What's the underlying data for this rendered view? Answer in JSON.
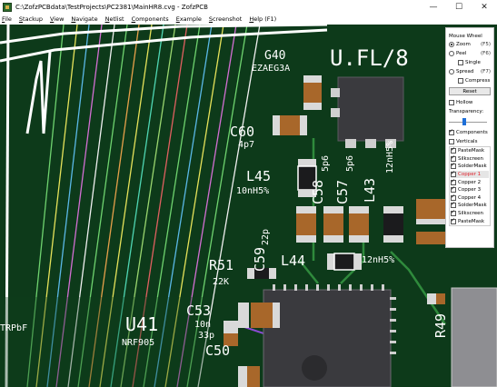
{
  "window": {
    "title": "C:\\ZofzPCBdata\\TestProjects\\PC2381\\MainHR8.cvg - ZofzPCB",
    "controls": [
      "—",
      "☐",
      "✕"
    ]
  },
  "menu": [
    {
      "label": "File",
      "ul": "F",
      "rest": "ile"
    },
    {
      "label": "Stackup",
      "ul": "S",
      "rest": "tackup"
    },
    {
      "label": "View",
      "ul": "V",
      "rest": "iew"
    },
    {
      "label": "Navigate",
      "ul": "N",
      "rest": "avigate"
    },
    {
      "label": "Netlist",
      "ul": "N",
      "rest": "etlist"
    },
    {
      "label": "Components",
      "ul": "C",
      "rest": "omponents"
    },
    {
      "label": "Example",
      "ul": "E",
      "rest": "xample"
    },
    {
      "label": "Screenshot",
      "ul": "S",
      "rest": "creenshot"
    },
    {
      "label": "Help (F1)",
      "ul": "H",
      "rest": "elp (F1)"
    }
  ],
  "panel": {
    "mouse_wheel_label": "Mouse Wheel",
    "zoom": {
      "label": "Zoom",
      "key": "(F5)",
      "selected": true
    },
    "peel": {
      "label": "Peel",
      "key": "(F6)",
      "selected": false
    },
    "single": {
      "label": "Single",
      "checked": false
    },
    "spread": {
      "label": "Spread",
      "key": "(F7)",
      "selected": false
    },
    "compress": {
      "label": "Compress",
      "checked": false
    },
    "reset_label": "Reset",
    "hollow": {
      "label": "Hollow",
      "checked": false
    },
    "transparency_label": "Transparency:",
    "transparency_level": 0.35,
    "components": {
      "label": "Components",
      "checked": true
    },
    "verticals": {
      "label": "Verticals",
      "checked": false
    },
    "layers": [
      {
        "label": "PasteMask",
        "checked": true,
        "selected": false
      },
      {
        "label": "Silkscreen",
        "checked": true,
        "selected": false
      },
      {
        "label": "SolderMask",
        "checked": true,
        "selected": false
      },
      {
        "label": "Copper 1",
        "checked": true,
        "selected": true
      },
      {
        "label": "Copper 2",
        "checked": true,
        "selected": false
      },
      {
        "label": "Copper 3",
        "checked": true,
        "selected": false
      },
      {
        "label": "Copper 4",
        "checked": true,
        "selected": false
      },
      {
        "label": "SolderMask",
        "checked": true,
        "selected": false
      },
      {
        "label": "Silkscreen",
        "checked": true,
        "selected": false
      },
      {
        "label": "PasteMask",
        "checked": true,
        "selected": false
      }
    ]
  },
  "pcb_labels": {
    "u_fl": "U.FL/8",
    "g40": "G40",
    "ezaeg": "EZAEG3A",
    "c60": "C60",
    "c60_val": "4p7",
    "l45": "L45",
    "l45_val": "10nH5%",
    "c58": "C58",
    "c58_val": "5p6",
    "c57": "C57",
    "c57_val": "5p6",
    "l43": "L43",
    "l43_val": "12nH5%",
    "c59": "C59",
    "c59_val": "22p",
    "r51": "R51",
    "r51_val": "22K",
    "l44": "L44",
    "l44_val": "12nH5%",
    "c53": "C53",
    "c53_val": "10n",
    "c53_val2": "33p",
    "c50": "C50",
    "u41": "U41",
    "u41_val": "NRF905",
    "r49": "R49",
    "trpbf": "TRPbF"
  },
  "colors": {
    "board": "#0d3a1a",
    "silk": "#ffffff",
    "copper_trace": "#2f8a3c",
    "chip": "#3a3a3e",
    "cap_body": "#a8672a",
    "pad": "#d9d9d9",
    "accent": "#1e6fd8",
    "selected_layer": "#e0202a"
  }
}
